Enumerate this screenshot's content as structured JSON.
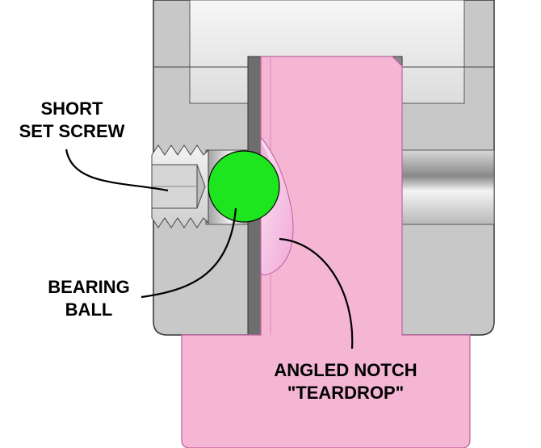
{
  "labels": {
    "set_screw": [
      "SHORT",
      "SET SCREW"
    ],
    "bearing_ball": [
      "BEARING",
      "BALL"
    ],
    "notch": [
      "ANGLED NOTCH",
      "\"TEARDROP\""
    ]
  },
  "colors": {
    "housing": "#c8c8c8",
    "housing_light": "#ececec",
    "housing_edge": "#333333",
    "pin": "#f4b6d2",
    "pin_edge": "#c060a0",
    "notch": "#f7c8e6",
    "ball": "#1ee61e",
    "ball_edge": "#000000",
    "leader": "#000000"
  }
}
